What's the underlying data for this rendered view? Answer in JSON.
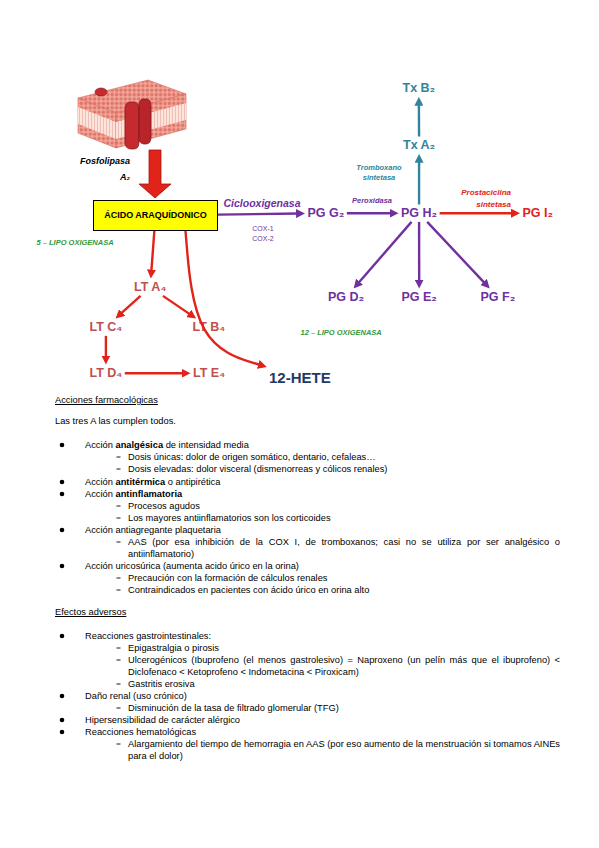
{
  "diagram": {
    "nodes": [
      {
        "text": [
          "Tx B₂"
        ]
      },
      {
        "text": [
          "Tx A₂"
        ]
      },
      {
        "text": [
          "ÁCIDO ARAQUÍDONICO"
        ]
      },
      {
        "text": [
          "PG G₂"
        ]
      },
      {
        "text": [
          "PG H₂"
        ]
      },
      {
        "text": [
          "PG I₂"
        ]
      },
      {
        "text": [
          "LT A₄"
        ]
      },
      {
        "text": [
          "PG D₂"
        ]
      },
      {
        "text": [
          "PG E₂"
        ]
      },
      {
        "text": [
          "PG F₂"
        ]
      },
      {
        "text": [
          "LT C₄"
        ]
      },
      {
        "text": [
          "LT B₄"
        ]
      },
      {
        "text": [
          "LT D₄"
        ]
      },
      {
        "text": [
          "LT E₄"
        ]
      },
      {
        "text": [
          "12-HETE"
        ]
      }
    ],
    "edges": [
      {
        "from": 2,
        "to": 3,
        "arrow": "to",
        "label": "Ciclooxigenasa"
      },
      {
        "from": 3,
        "to": 4,
        "arrow": "to",
        "label": "Peroxidasa"
      },
      {
        "from": 4,
        "to": 5,
        "arrow": "to",
        "label": "Prostaciclina sintetasa"
      },
      {
        "from": 4,
        "to": 1,
        "arrow": "to",
        "label": "Tromboxano sintetasa"
      },
      {
        "from": 1,
        "to": 0,
        "arrow": "to"
      },
      {
        "from": 4,
        "to": 7,
        "arrow": "to"
      },
      {
        "from": 4,
        "to": 8,
        "arrow": "to"
      },
      {
        "from": 4,
        "to": 9,
        "arrow": "to"
      },
      {
        "from": 2,
        "to": 6,
        "arrow": "to",
        "label": "5 – LIPO OXIGENASA"
      },
      {
        "from": 6,
        "to": 10,
        "arrow": "to"
      },
      {
        "from": 6,
        "to": 11,
        "arrow": "to"
      },
      {
        "from": 10,
        "to": 12,
        "arrow": "to"
      },
      {
        "from": 12,
        "to": 13,
        "arrow": "to"
      },
      {
        "from": 2,
        "to": 14,
        "arrow": "to",
        "label": "12 – LIPO OXIGENASA"
      }
    ],
    "labels": [
      "Fosfolipasa A₂",
      "COX-1 COX-2",
      "Acciones farmacológicas",
      "Las tres A las cumplen todos.",
      "Acción",
      "analgésica",
      "de intensidad media",
      "Dosis únicas: dolor de origen somático, dentario, cefaleas…",
      "Dosis elevadas: dolor visceral (dismenorreas y cólicos renales)",
      "Acción",
      "antitérmica",
      "o antipirética",
      "Acción",
      "antinflamatoria",
      "Procesos agudos",
      "Los mayores antiinflamatorios son los corticoides",
      "Acción antiagregante plaquetaria",
      "AAS (por esa inhibición de la COX I, de tromboxanos; casi no se utiliza por ser analgésico o antiinflamatorio)",
      "Acción uricosúrica (aumenta acido úrico en la orina)",
      "Precaución con la formación de cálculos renales",
      "Contraindicados en pacientes con ácido úrico en orina alto",
      "Efectos adversos",
      "Reacciones gastrointestinales:",
      "Epigastralgia o pirosis",
      "Ulcerogénicos (Ibuprofeno (el menos gastrolesivo) = Naproxeno (un pelín más que el ibuprofeno) < Diclofenaco < Ketoprofeno < Indometacina < Piroxicam)",
      "Gastritis erosiva",
      "Daño renal (uso crónico)",
      "Disminución de la tasa de filtrado glomerular (TFG)",
      "Hipersensibilidad de carácter alérgico",
      "Reacciones hematológicas",
      "Alargamiento del tiempo de hemorragia en AAS (por eso aumento de la menstruación si tomamos AINEs para el dolor)"
    ]
  }
}
